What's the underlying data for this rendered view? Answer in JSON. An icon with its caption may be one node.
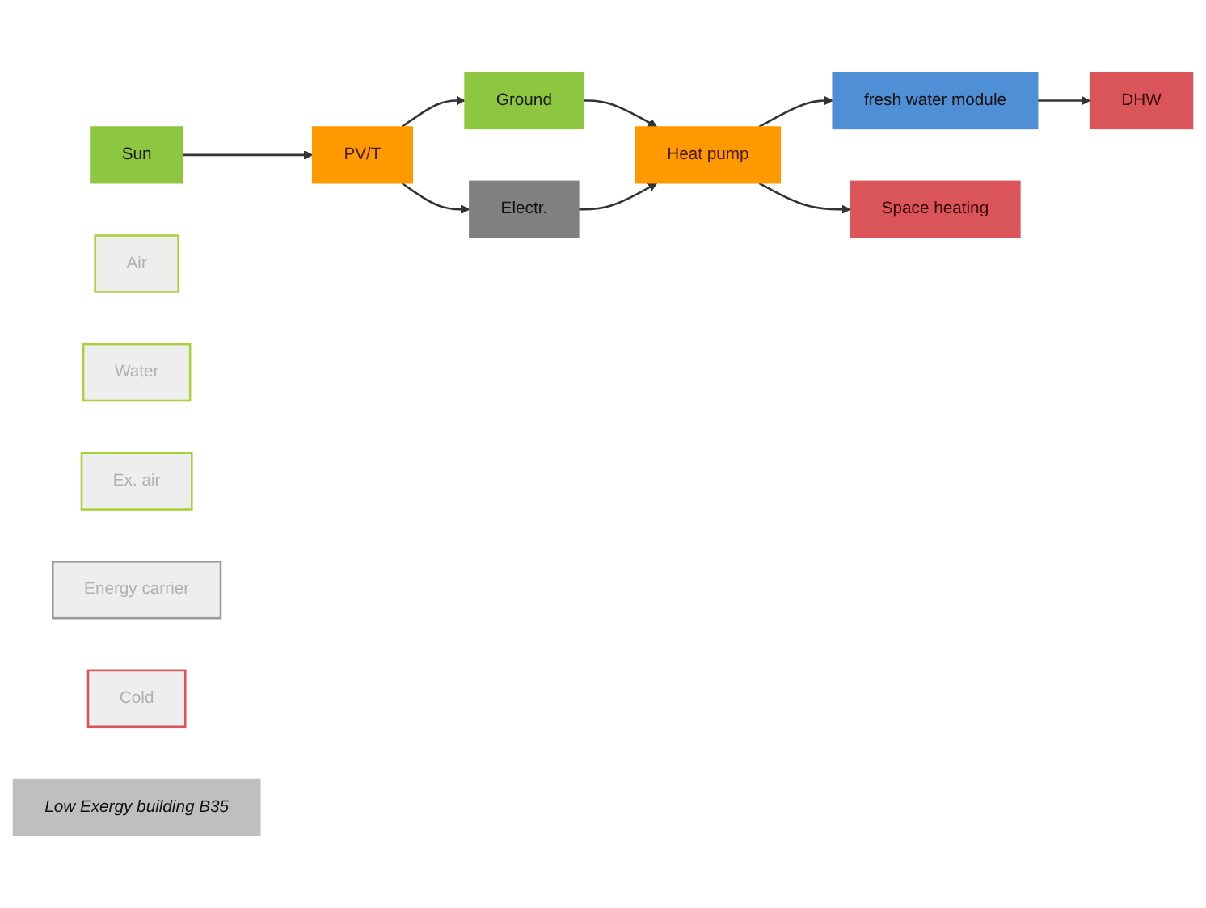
{
  "diagram": {
    "nodes": [
      {
        "text": [
          "Sun"
        ]
      },
      {
        "text": [
          "Ground"
        ]
      },
      {
        "text": [
          "Air"
        ]
      },
      {
        "text": [
          "Water"
        ]
      },
      {
        "text": [
          "Ex. air"
        ]
      },
      {
        "text": [
          "PV/T"
        ]
      },
      {
        "text": [
          "Heat pump"
        ]
      },
      {
        "text": [
          "Electr."
        ]
      },
      {
        "text": [
          "Energy carrier"
        ]
      },
      {
        "text": [
          "fresh water module"
        ]
      },
      {
        "text": [
          "Space heating"
        ]
      },
      {
        "text": [
          "DHW"
        ]
      },
      {
        "text": [
          "Cold"
        ]
      },
      {
        "text": [
          "Low Exergy building B35"
        ]
      }
    ],
    "edges": [
      {
        "from": 0,
        "to": 5,
        "arrow": "to"
      },
      {
        "from": 5,
        "to": 1,
        "arrow": "to"
      },
      {
        "from": 1,
        "to": 6,
        "arrow": "to"
      },
      {
        "from": 5,
        "to": 7,
        "arrow": "to"
      },
      {
        "from": 7,
        "to": 6,
        "arrow": "to"
      },
      {
        "from": 6,
        "to": 10,
        "arrow": "to"
      },
      {
        "from": 6,
        "to": 9,
        "arrow": "to"
      },
      {
        "from": 9,
        "to": 11,
        "arrow": "to"
      }
    ]
  }
}
